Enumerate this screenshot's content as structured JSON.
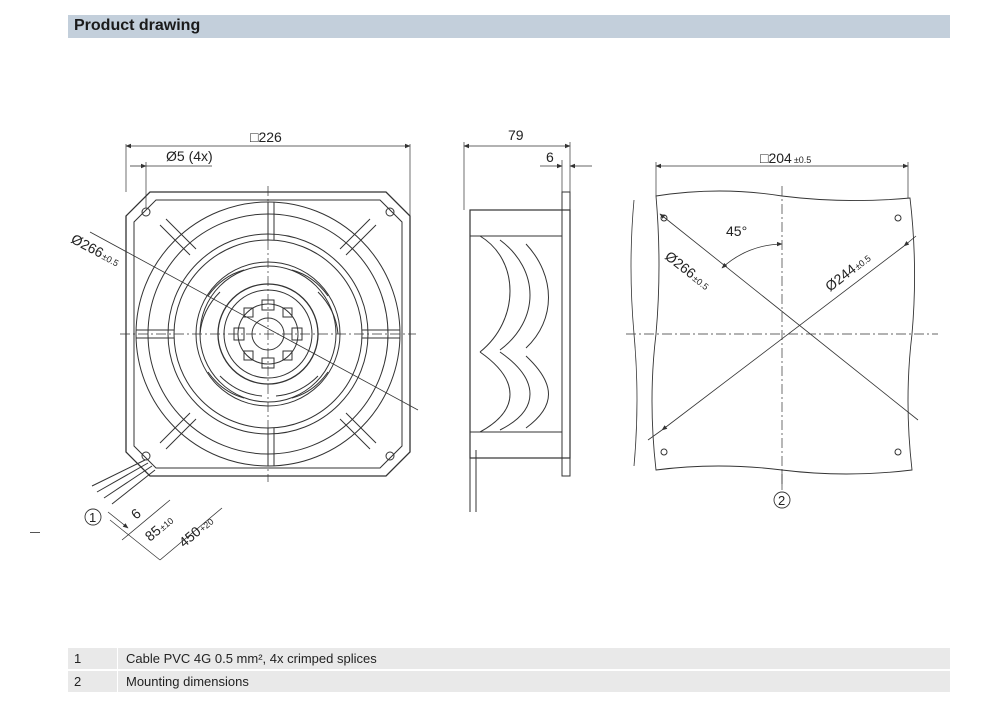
{
  "header": {
    "title": "Product drawing"
  },
  "front_view": {
    "dim_square": "□226",
    "dim_holes": "Ø5 (4x)",
    "dim_circle": "Ø266",
    "dim_circle_tol": "±0.5",
    "label_cable": "1",
    "dim_strip": "6",
    "dim_lead": "85",
    "dim_lead_tol": "±10",
    "dim_cable": "450",
    "dim_cable_tol": "+20"
  },
  "side_view": {
    "dim_depth": "79",
    "dim_flange": "6"
  },
  "mounting_view": {
    "dim_square": "□204",
    "dim_square_tol": "±0.5",
    "dim_angle": "45°",
    "dim_circle": "Ø266",
    "dim_circle_tol": "±0.5",
    "dim_diag": "Ø244",
    "dim_diag_tol": "±0.5",
    "label_mount": "2"
  },
  "legend": [
    {
      "num": "1",
      "text": "Cable PVC 4G 0.5 mm², 4x crimped splices"
    },
    {
      "num": "2",
      "text": "Mounting dimensions"
    }
  ]
}
